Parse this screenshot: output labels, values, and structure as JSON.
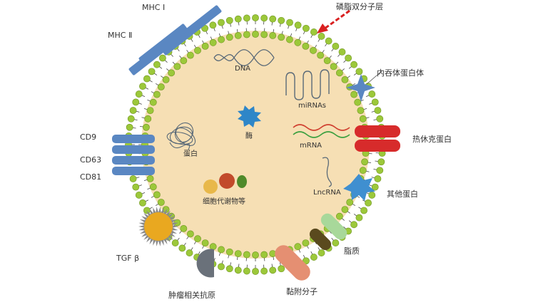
{
  "labels": {
    "mhc1": "MHC Ⅰ",
    "mhc2": "MHC Ⅱ",
    "bilayer": "磷脂双分子层",
    "endosome": "内吞体蛋白体",
    "hsp": "热休克蛋白",
    "other_protein": "其他蛋白",
    "lipid": "脂质",
    "adhesion": "黏附分子",
    "antigen": "肿瘤相关抗原",
    "tgf": "TGF β",
    "cd9": "CD9",
    "cd63": "CD63",
    "cd81": "CD81",
    "dna": "DNA",
    "mirna": "miRNAs",
    "mrna": "mRNA",
    "lncrna": "LncRNA",
    "enzyme": "酶",
    "protein": "蛋白",
    "metabolites": "细胞代谢物等"
  },
  "colors": {
    "lumen": "#f6dfb4",
    "bead": "#9cc83a",
    "bead_stroke": "#6f9422",
    "tail": "#444444",
    "tetraspanin": "#5a87c2",
    "hsp": "#d72b2b",
    "arrow": "#d92020",
    "enzyme": "#2e86c8",
    "other_protein": "#3f8fd0",
    "tgf": "#e9a820",
    "antigen": "#6a717a",
    "lipid_green": "#a8d89a",
    "lipid_brown": "#5a4a1e",
    "adhesion": "#e58f72",
    "dna": "#5a6a78",
    "mrna_red": "#d04030",
    "mrna_green": "#3ca040"
  }
}
